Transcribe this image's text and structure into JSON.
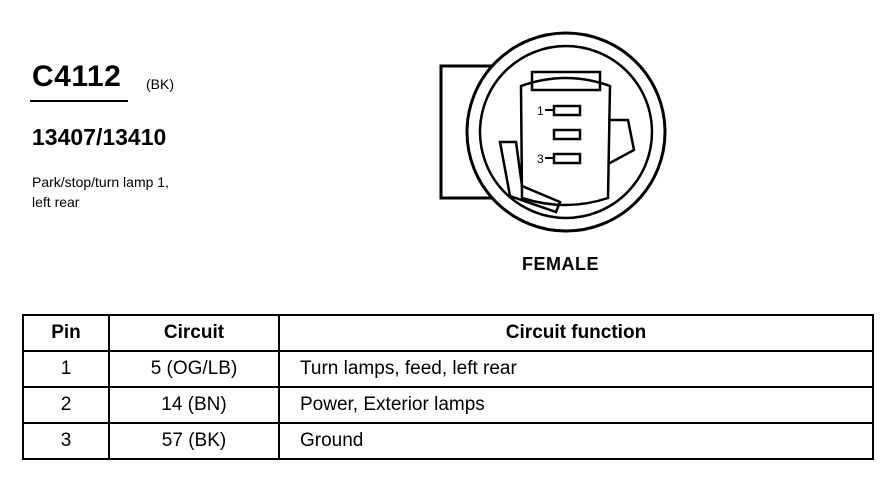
{
  "connector": {
    "id": "C4112",
    "color_code": "(BK)",
    "part_numbers": "13407/13410",
    "description": [
      "Park/stop/turn lamp 1,",
      "left rear"
    ],
    "gender": "FEMALE",
    "pin_labels": [
      "1",
      "3"
    ]
  },
  "table": {
    "headers": {
      "pin": "Pin",
      "circuit": "Circuit",
      "function": "Circuit function"
    },
    "rows": [
      {
        "pin": "1",
        "circuit": "5 (OG/LB)",
        "function": "Turn lamps, feed, left rear"
      },
      {
        "pin": "2",
        "circuit": "14 (BN)",
        "function": "Power, Exterior lamps"
      },
      {
        "pin": "3",
        "circuit": "57 (BK)",
        "function": "Ground"
      }
    ]
  }
}
